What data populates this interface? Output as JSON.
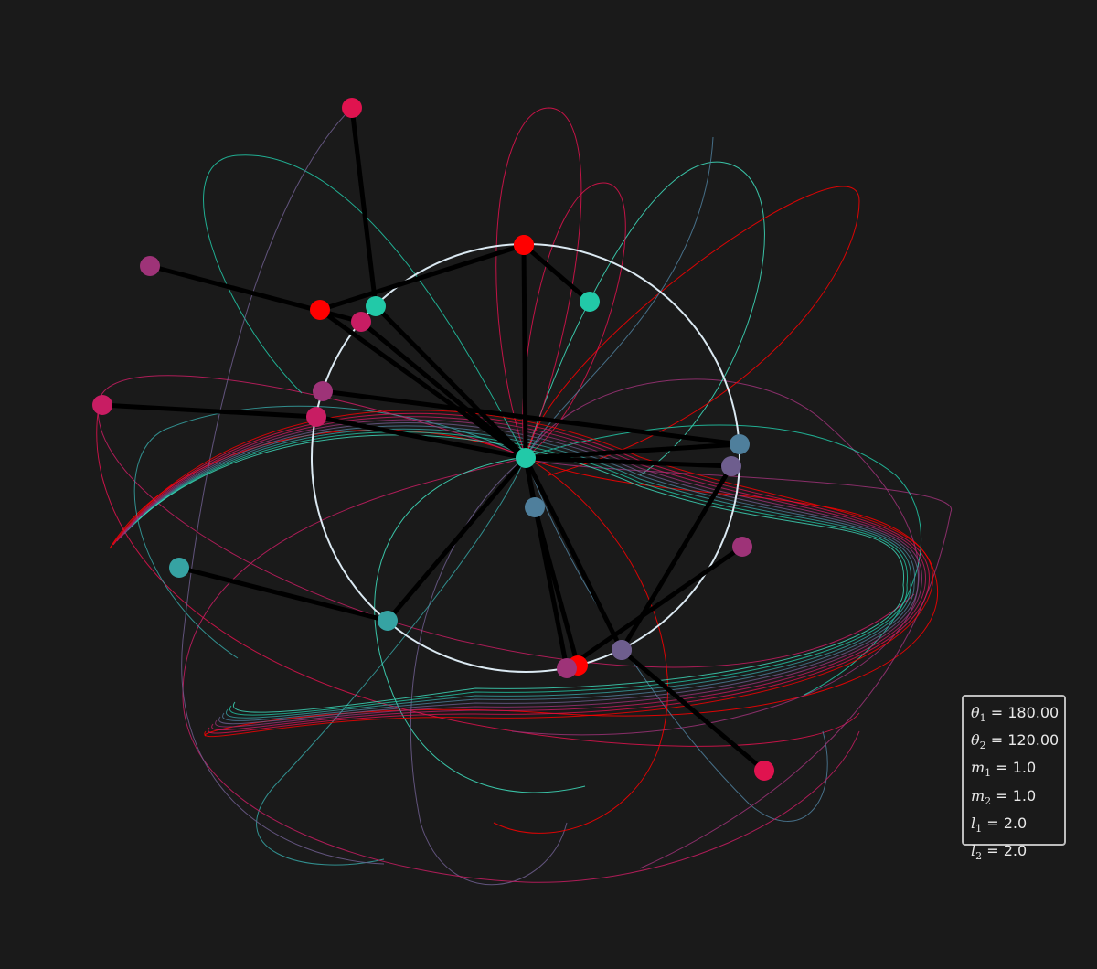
{
  "params": [
    {
      "symbol": "θ",
      "sub": "1",
      "value": "180.00"
    },
    {
      "symbol": "θ",
      "sub": "2",
      "value": "120.00"
    },
    {
      "symbol": "m",
      "sub": "1",
      "value": "1.0"
    },
    {
      "symbol": "m",
      "sub": "2",
      "value": "1.0"
    },
    {
      "symbol": "l",
      "sub": "1",
      "value": "2.0"
    },
    {
      "symbol": "l",
      "sub": "2",
      "value": "2.0"
    }
  ],
  "colors": {
    "background": "#1a1a1a",
    "guide_circle": "#dbe9f2",
    "rods": "#000000",
    "palette": [
      "#ff0000",
      "#e0134f",
      "#c81d63",
      "#9e3378",
      "#6e5e8e",
      "#4f7f9c",
      "#36a3a3",
      "#22c9a8",
      "#40e0c0"
    ]
  }
}
